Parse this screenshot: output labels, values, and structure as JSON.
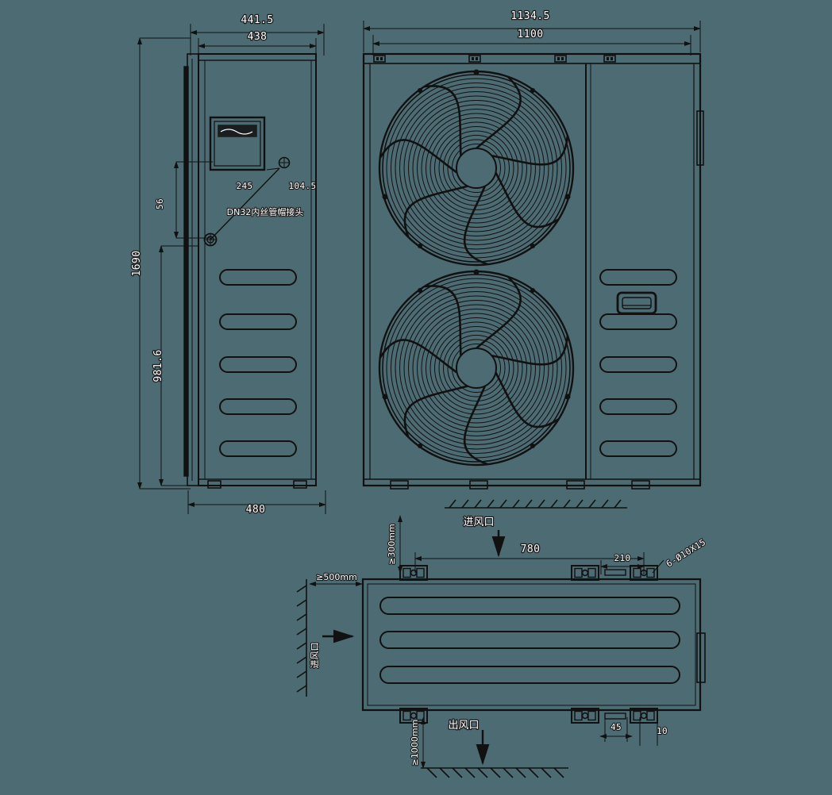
{
  "drawing": {
    "title": "Heat pump outdoor unit dimensional drawing",
    "background_color": "#4d6b73",
    "line_color": "#111111",
    "text_color": "#ffffff",
    "views": [
      "side-elevation",
      "front-elevation",
      "top-plan"
    ]
  },
  "side_view": {
    "name": "side-elevation",
    "dimensions": {
      "overall_depth": "441.5",
      "body_depth": "438",
      "overall_height": "1690",
      "lower_height": "981.6",
      "base_depth": "480",
      "port_offset_vertical": "56",
      "port_dim_a": "245",
      "port_dim_b": "104.5"
    },
    "annotation": "DN32内丝管帽接头",
    "louver_count": 5
  },
  "front_view": {
    "name": "front-elevation",
    "dimensions": {
      "overall_width": "1134.5",
      "body_width": "1100"
    },
    "fan_count": 2,
    "right_panel_louver_count": 5,
    "has_handle": true
  },
  "plan_view": {
    "name": "top-plan",
    "dimensions": {
      "bolt_span": "780",
      "bolt_pitch": "210",
      "bolt_spec": "6-Ø10X15",
      "foot_dim_1": "45",
      "foot_dim_2": "10"
    },
    "clearances": {
      "top": "≥300mm",
      "left": "≥500mm",
      "bottom": "≥1000mm"
    },
    "labels": {
      "air_inlet_top": "进风口",
      "air_inlet_left": "进风口",
      "air_outlet_bottom": "出风口"
    },
    "coil_rows": 3
  }
}
